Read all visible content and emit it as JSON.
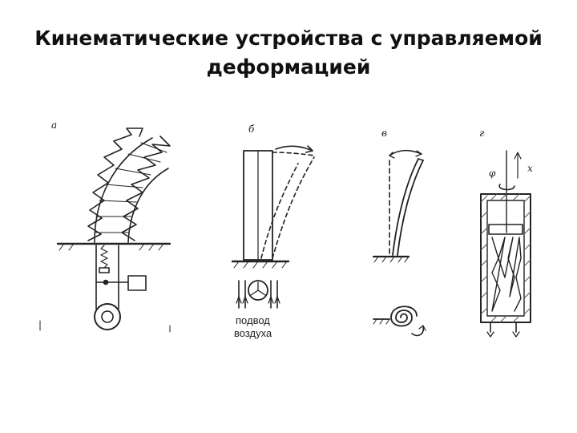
{
  "slide": {
    "title_line1": "Кинематические устройства с управляемой",
    "title_line2": "деформацией"
  },
  "panels": [
    {
      "label": "а"
    },
    {
      "label": "б",
      "caption_line1": "подвод",
      "caption_line2": "воздуха"
    },
    {
      "label": "в"
    },
    {
      "label": "г",
      "axis_phi": "φ",
      "axis_x": "x"
    }
  ],
  "colors": {
    "ink": "#222222",
    "hatch": "#555555"
  }
}
